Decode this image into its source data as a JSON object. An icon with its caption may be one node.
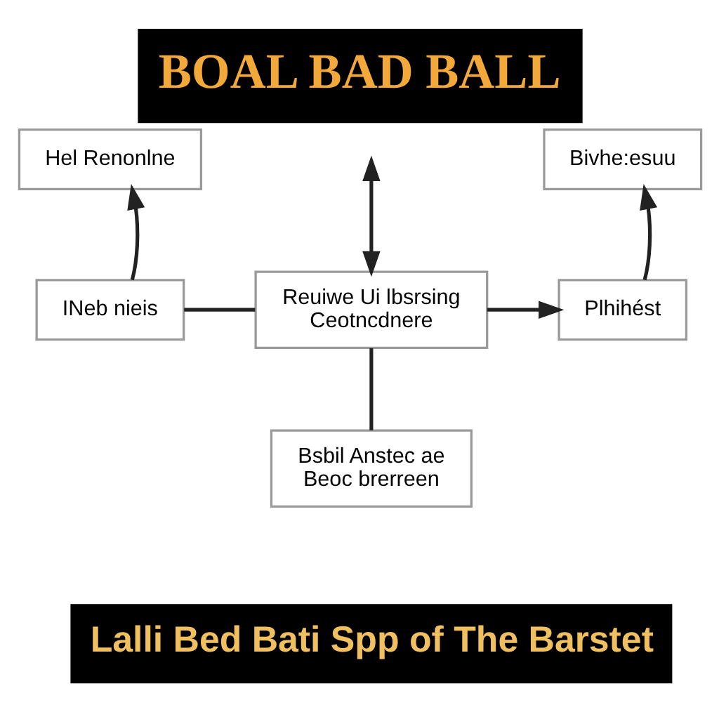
{
  "diagram": {
    "title": "BOAL BAD BALL",
    "caption": "Lalli Bed Bati Spp of The Barstet",
    "nodes": [
      {
        "text": [
          "Hel Renonlne"
        ]
      },
      {
        "text": [
          "INeb nieis"
        ]
      },
      {
        "text": [
          "Reuiwe Ui lbsrsing Ceotncdnere"
        ]
      },
      {
        "text": [
          "Bivhe:esuu"
        ]
      },
      {
        "text": [
          "Plhihést"
        ]
      },
      {
        "text": [
          "Bsbil Anstec ae Beoc brerreen"
        ]
      }
    ],
    "edges": [
      {
        "from": 1,
        "to": 2,
        "arrow": "none"
      },
      {
        "from": 1,
        "to": 0,
        "arrow": "to"
      },
      {
        "from": null,
        "to": 2,
        "arrow": "both"
      },
      {
        "from": 2,
        "to": 4,
        "arrow": "to"
      },
      {
        "from": 4,
        "to": 3,
        "arrow": "to"
      },
      {
        "from": 2,
        "to": 5,
        "arrow": "none"
      }
    ]
  }
}
